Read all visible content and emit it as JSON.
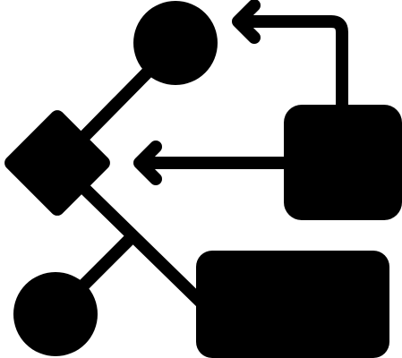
{
  "icon": {
    "name": "workflow-flowchart-icon",
    "fill_color": "#000000",
    "background_color": "#ffffff",
    "shapes": [
      "top-circle-node",
      "diamond-decision-node",
      "bottom-circle-node",
      "right-rounded-square-node",
      "bottom-rounded-rectangle-node"
    ],
    "arrows": [
      "arrow-to-top-circle",
      "arrow-to-diamond"
    ]
  }
}
